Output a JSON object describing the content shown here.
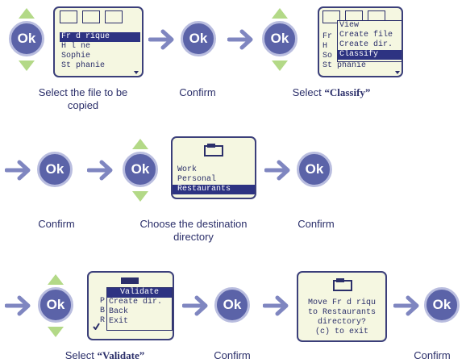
{
  "ok_label": "Ok",
  "row1": {
    "screen1": {
      "items": [
        "Fr d rique",
        "H l ne",
        "Sophie",
        "St phanie"
      ],
      "selected_index": 0
    },
    "screen2": {
      "background_items": [
        "Fr",
        "H",
        "So",
        "St phanie"
      ],
      "menu": [
        "View",
        "Create file",
        "Create dir.",
        "Classify"
      ],
      "selected_index": 3
    },
    "captions": {
      "c1": "Select the file to be copied",
      "c2": "Confirm",
      "c3_prefix": "Select ",
      "c3_bold": "“Classify”"
    }
  },
  "row2": {
    "screen": {
      "items": [
        "Work",
        "Personal",
        "Restaurants"
      ],
      "selected_index": 2
    },
    "captions": {
      "c1": "Confirm",
      "c2": "Choose the destination directory",
      "c3": "Confirm"
    }
  },
  "row3": {
    "screen1": {
      "background_items": [
        "P",
        "B",
        "R"
      ],
      "menu": [
        "Validate",
        "Create dir.",
        "Back",
        "Exit"
      ],
      "selected_index": 0
    },
    "screen2": {
      "lines": [
        "Move Fr d riqu",
        "to Restaurants",
        "directory?",
        "(c) to exit"
      ]
    },
    "captions": {
      "c1_prefix": "Select ",
      "c1_bold": "“Validate”",
      "c2": "Confirm",
      "c3": "Confirm"
    }
  },
  "colors": {
    "arrow": "#7f86c0",
    "ok_button": "#5b63a8",
    "nav_triangle": "#b3d987",
    "screen_bg": "#f5f7e1",
    "selection": "#2d3382",
    "text": "#2b2f6a"
  }
}
